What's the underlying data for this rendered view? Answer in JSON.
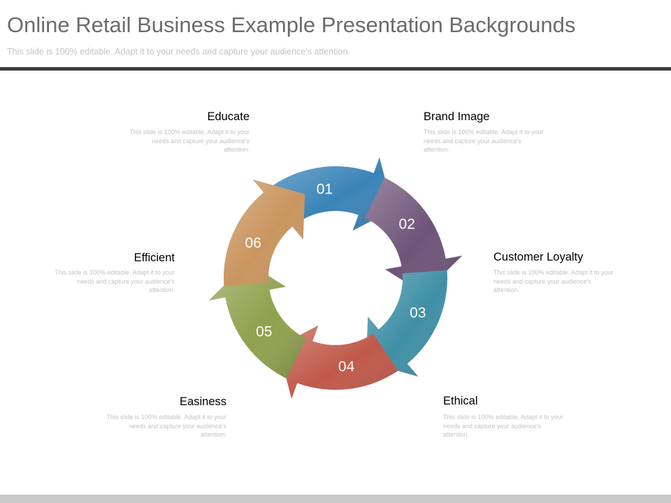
{
  "slide": {
    "title": "Online Retail Business Example Presentation Backgrounds",
    "subtitle": "This slide is 100% editable. Adapt it to your needs and capture your audience's attention."
  },
  "steps": [
    {
      "number": "01",
      "title": "Brand Image",
      "description": "This slide is 100% editable. Adapt it to your needs and capture your audience's attention.",
      "color": "#3b84b8"
    },
    {
      "number": "02",
      "title": "Customer Loyalty",
      "description": "This slide is 100% editable. Adapt it to your needs and capture your audience's attention.",
      "color": "#6e5478"
    },
    {
      "number": "03",
      "title": "Ethical",
      "description": "This slide is 100% editable. Adapt it to your needs and capture your audience's attention.",
      "color": "#3f8fa6"
    },
    {
      "number": "04",
      "title": "Easiness",
      "description": "This slide is 100% editable. Adapt it to your needs and capture your audience's attention.",
      "color": "#c0594a"
    },
    {
      "number": "05",
      "title": "Efficient",
      "description": "This slide is 100% editable. Adapt it to your needs and capture your audience's attention.",
      "color": "#8fa14e"
    },
    {
      "number": "06",
      "title": "Educate",
      "description": "This slide is 100% editable. Adapt it to your needs and capture your audience's attention.",
      "color": "#c9955f"
    }
  ]
}
